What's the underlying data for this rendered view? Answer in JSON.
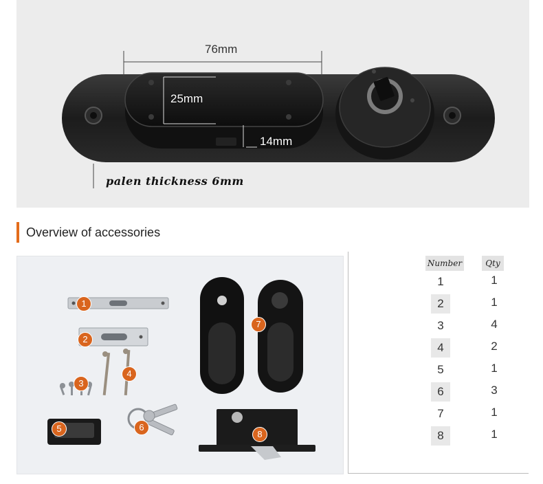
{
  "product": {
    "dimensions": {
      "length": "76mm",
      "height": "25mm",
      "depth": "14mm"
    },
    "caption": "palen thickness 6mm"
  },
  "section": {
    "title": "Overview of accessories"
  },
  "accessories": {
    "badges": [
      "1",
      "2",
      "3",
      "4",
      "5",
      "6",
      "7",
      "8"
    ]
  },
  "table": {
    "headers": [
      "Number",
      "Qty"
    ],
    "rows": [
      {
        "number": "1",
        "qty": "1"
      },
      {
        "number": "2",
        "qty": "1"
      },
      {
        "number": "3",
        "qty": "4"
      },
      {
        "number": "4",
        "qty": "2"
      },
      {
        "number": "5",
        "qty": "1"
      },
      {
        "number": "6",
        "qty": "3"
      },
      {
        "number": "7",
        "qty": "1"
      },
      {
        "number": "8",
        "qty": "1"
      }
    ]
  },
  "colors": {
    "accent": "#e36c1b",
    "badge": "#d9651e"
  }
}
